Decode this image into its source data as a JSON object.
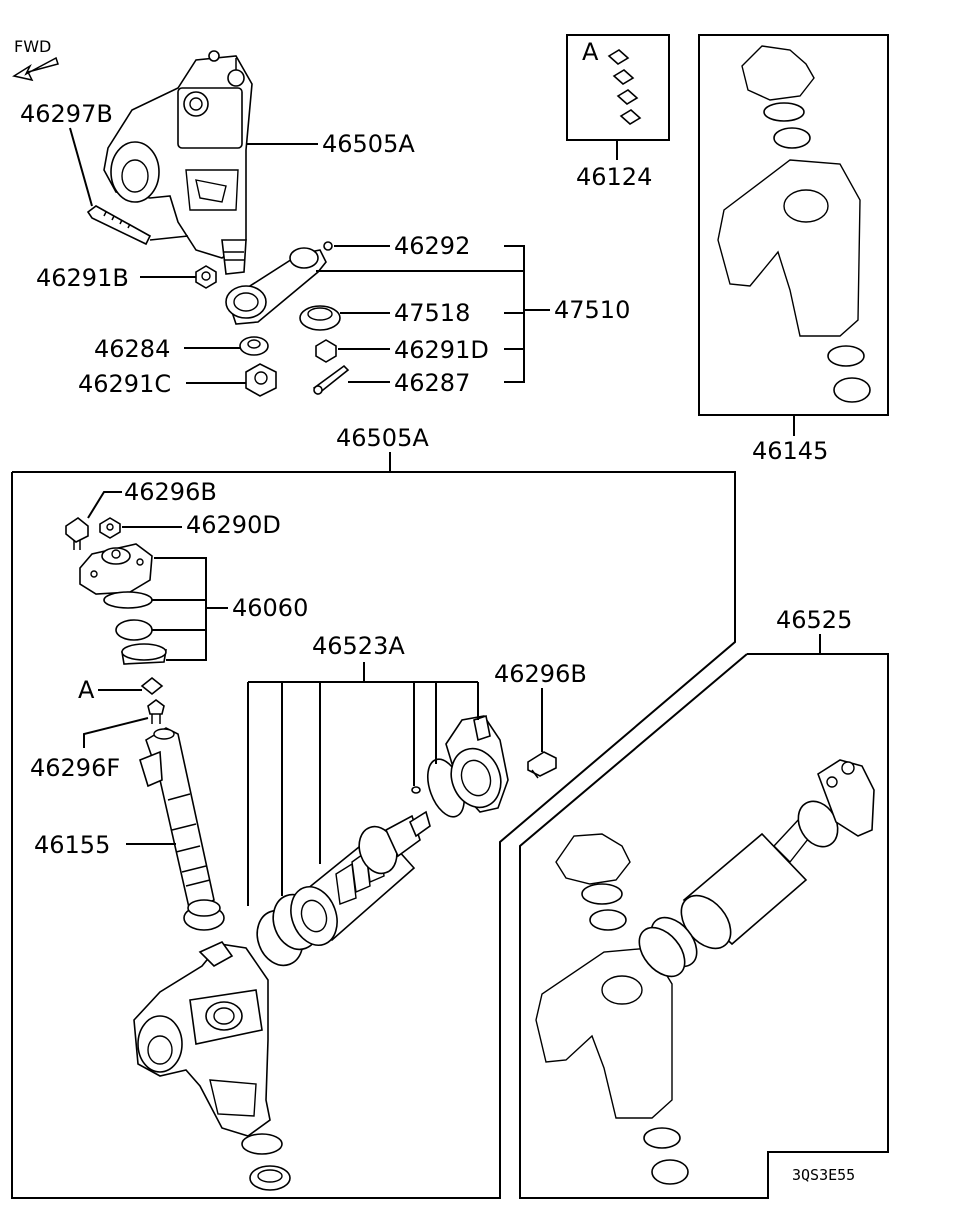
{
  "diagram": {
    "fwd_label": "FWD",
    "code": "3QS3E55",
    "callouts": {
      "p46297B": "46297B",
      "p46505A_top": "46505A",
      "p46291B": "46291B",
      "p46292": "46292",
      "p47518": "47518",
      "p47510": "47510",
      "p46284": "46284",
      "p46291D": "46291D",
      "p46291C": "46291C",
      "p46287": "46287",
      "p46124": "46124",
      "p46145": "46145",
      "p46505A_box": "46505A",
      "p46296B_a": "46296B",
      "p46290D": "46290D",
      "p46060": "46060",
      "p46523A": "46523A",
      "p46296B_b": "46296B",
      "p46525": "46525",
      "p46296F": "46296F",
      "p46155": "46155"
    },
    "markers": {
      "kit_a": "A",
      "box_a": "A"
    }
  }
}
